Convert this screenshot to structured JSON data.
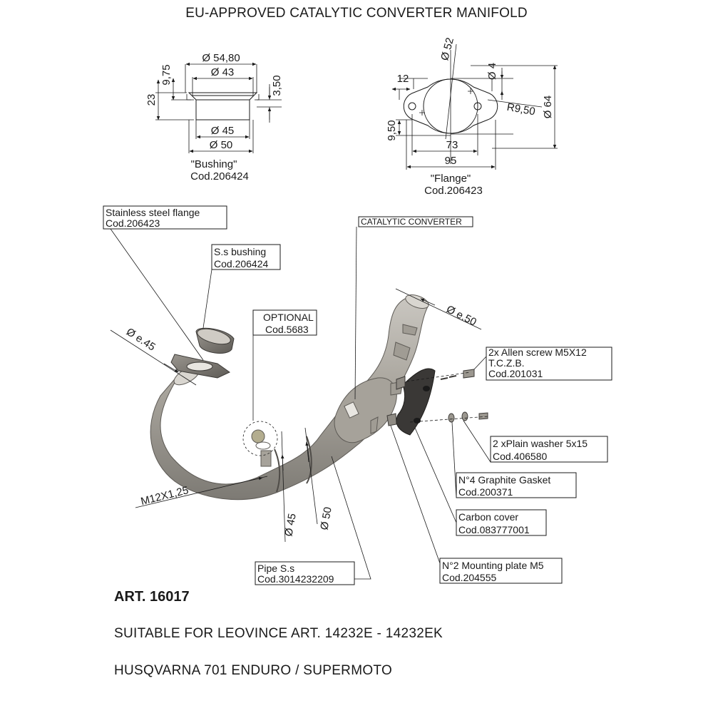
{
  "title": "EU-APPROVED CATALYTIC CONVERTER MANIFOLD",
  "bushing": {
    "name": "\"Bushing\"",
    "code": "Cod.206424",
    "dims": {
      "d_outer": "Ø 54,80",
      "d_inner": "Ø 43",
      "d_base": "Ø 45",
      "d_body": "Ø 50",
      "h_total": "23",
      "h_top": "9,75",
      "lip": "3,50"
    }
  },
  "flange": {
    "name": "\"Flange\"",
    "code": "Cod.206423",
    "dims": {
      "d_bore": "Ø 52",
      "d_hole": "Ø 4",
      "radius": "R9,50",
      "height": "Ø 64",
      "lug": "12",
      "half": "9,50",
      "holes": "73",
      "width": "95"
    }
  },
  "callouts": {
    "flange_name": "Stainless steel flange",
    "flange_code": "Cod.206423",
    "bushing_name": "S.s  bushing",
    "bushing_code": "Cod.206424",
    "optional_name": "OPTIONAL",
    "optional_code": "Cod.5683",
    "catalytic": "CATALYTIC CONVERTER",
    "screw_name": "2x Allen screw M5X12",
    "screw_spec": "T.C.Z.B.",
    "screw_code": "Cod.201031",
    "washer_name": "2 xPlain washer 5x15",
    "washer_code": "Cod.406580",
    "gasket_name": "N°4 Graphite Gasket",
    "gasket_code": "Cod.200371",
    "cover_name": "Carbon cover",
    "cover_code": "Cod.083777001",
    "plate_name": "N°2 Mounting plate M5",
    "plate_code": "Cod.204555",
    "pipe_name": "Pipe S.s",
    "pipe_code": "Cod.3014232209"
  },
  "assembly_dims": {
    "inlet": "Ø e.45",
    "outlet": "Ø e.50",
    "thread": "M12X1,25",
    "pipe45": "Ø 45",
    "pipe50": "Ø 50"
  },
  "article": "ART. 16017",
  "suitable": "SUITABLE FOR LEOVINCE ART. 14232E - 14232EK",
  "model": "HUSQVARNA 701 ENDURO / SUPERMOTO"
}
